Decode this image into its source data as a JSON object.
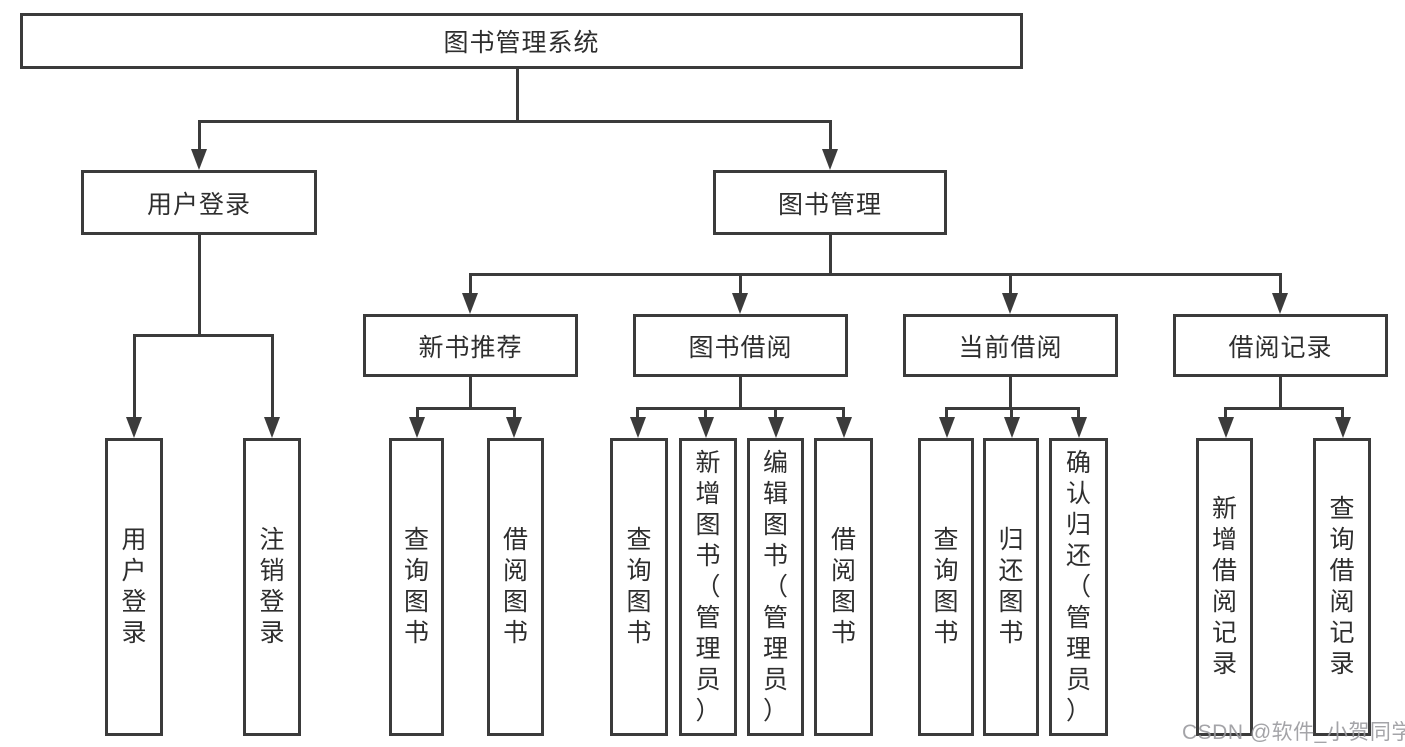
{
  "diagram": {
    "root": {
      "label": "图书管理系统"
    },
    "level1": {
      "user_login": {
        "label": "用户登录"
      },
      "book_mgmt": {
        "label": "图书管理"
      }
    },
    "level2": {
      "new_book_rec": {
        "label": "新书推荐"
      },
      "book_borrow": {
        "label": "图书借阅"
      },
      "current_borrow": {
        "label": "当前借阅"
      },
      "borrow_record": {
        "label": "借阅记录"
      }
    },
    "leaves": {
      "user_login_leaf": {
        "label": "用户登录"
      },
      "logout_leaf": {
        "label": "注销登录"
      },
      "nb_query": {
        "label": "查询图书"
      },
      "nb_borrow": {
        "label": "借阅图书"
      },
      "bb_query": {
        "label": "查询图书"
      },
      "bb_add": {
        "label": "新增图书（管理员）"
      },
      "bb_edit": {
        "label": "编辑图书（管理员）"
      },
      "bb_borrow": {
        "label": "借阅图书"
      },
      "cb_query": {
        "label": "查询图书"
      },
      "cb_return": {
        "label": "归还图书"
      },
      "cb_confirm": {
        "label": "确认归还（管理员）"
      },
      "br_add": {
        "label": "新增借阅记录"
      },
      "br_query": {
        "label": "查询借阅记录"
      }
    }
  },
  "watermark": {
    "text": "CSDN @软件_小贺同学"
  },
  "colors": {
    "line": "#3b3b3b",
    "text": "#2e2e2e",
    "watermark": "#9b9b9f",
    "background": "#ffffff"
  }
}
